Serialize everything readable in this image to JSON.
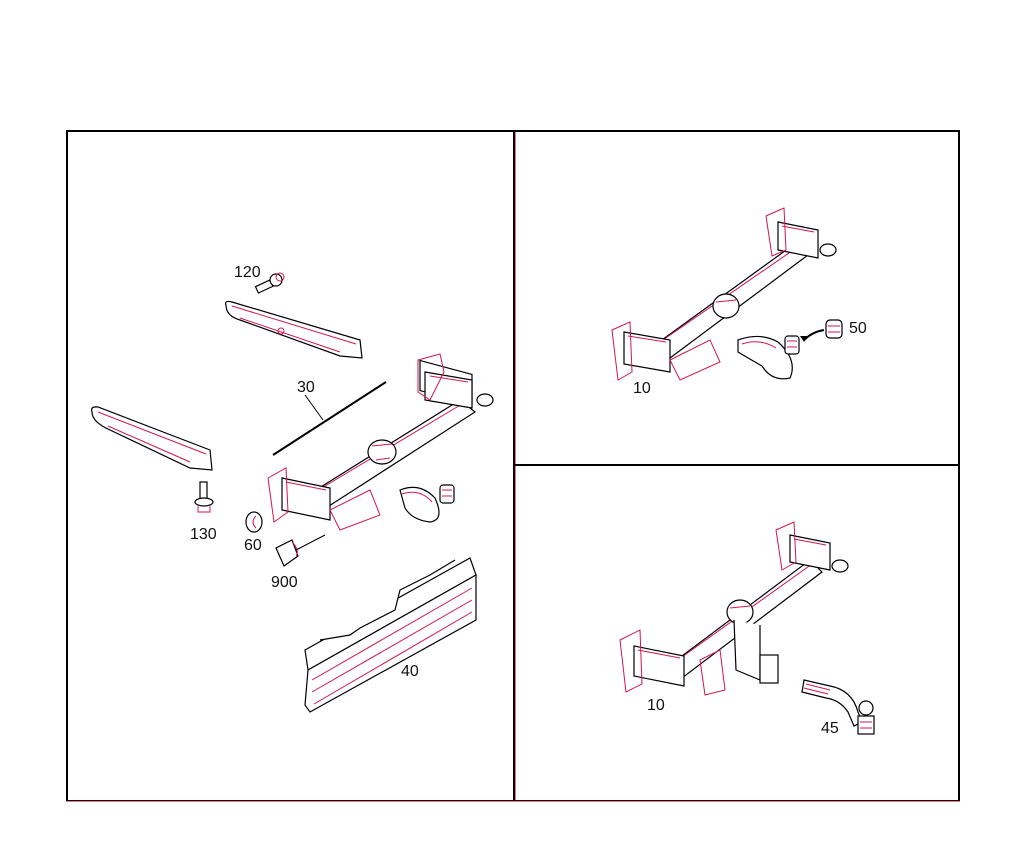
{
  "diagram": {
    "type": "exploded parts diagram",
    "subject": "trailer hitch assembly",
    "line_color": "#000000",
    "highlight_color": "#d2174e",
    "panels": [
      {
        "id": "left",
        "callouts": [
          {
            "label": "120",
            "part": "bolt (upper)"
          },
          {
            "label": "30",
            "part": "trailer hitch cross member / bar"
          },
          {
            "label": "130",
            "part": "bolt (lower)"
          },
          {
            "label": "60",
            "part": "nut / cap"
          },
          {
            "label": "900",
            "part": "wiring connector / bracket"
          },
          {
            "label": "40",
            "part": "bumper impact absorber"
          }
        ]
      },
      {
        "id": "top-right",
        "callouts": [
          {
            "label": "10",
            "part": "trailer hitch assembly (fixed ball)"
          },
          {
            "label": "50",
            "part": "ball cap"
          }
        ]
      },
      {
        "id": "bottom-right",
        "callouts": [
          {
            "label": "10",
            "part": "trailer hitch assembly (detachable)"
          },
          {
            "label": "45",
            "part": "removable ball neck"
          }
        ]
      }
    ]
  }
}
